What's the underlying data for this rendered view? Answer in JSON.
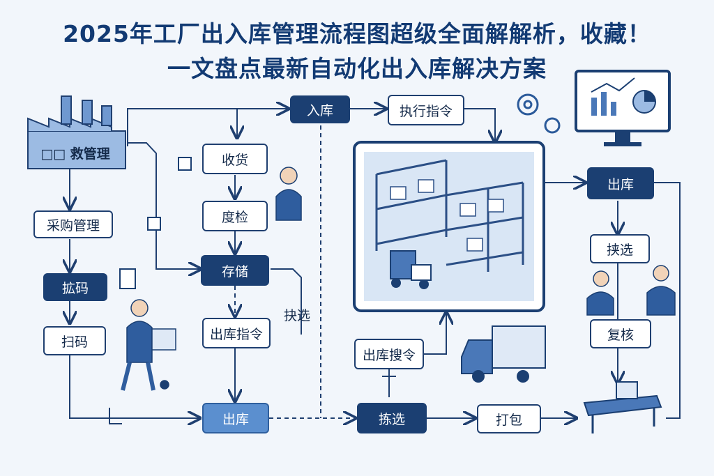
{
  "header": {
    "title_line1": "2025年工厂出入库管理流程图超级全面解解析，收藏！",
    "title_line2": "一文盘点最新自动化出入库解决方案"
  },
  "nodes": {
    "factory_label": "□□ 救管理",
    "procurement": "采购管理",
    "code_dark": "拡码",
    "scan": "扫码",
    "receive": "收货",
    "inspect": "度检",
    "storage": "存储",
    "outbound_order": "出库指令",
    "pick_side": "抉选",
    "outbound_bottom": "出库",
    "inbound": "入库",
    "execute_order": "执行指令",
    "outbound_right": "出库",
    "pick_right": "挟选",
    "recheck": "复核",
    "outbound_search": "出库搜令",
    "pick_bottom": "拣选",
    "pack": "打包"
  },
  "colors": {
    "dark": "#1b3f72",
    "accent": "#5b8fcf",
    "line": "#1f3f70",
    "background": "#f2f6fb"
  }
}
